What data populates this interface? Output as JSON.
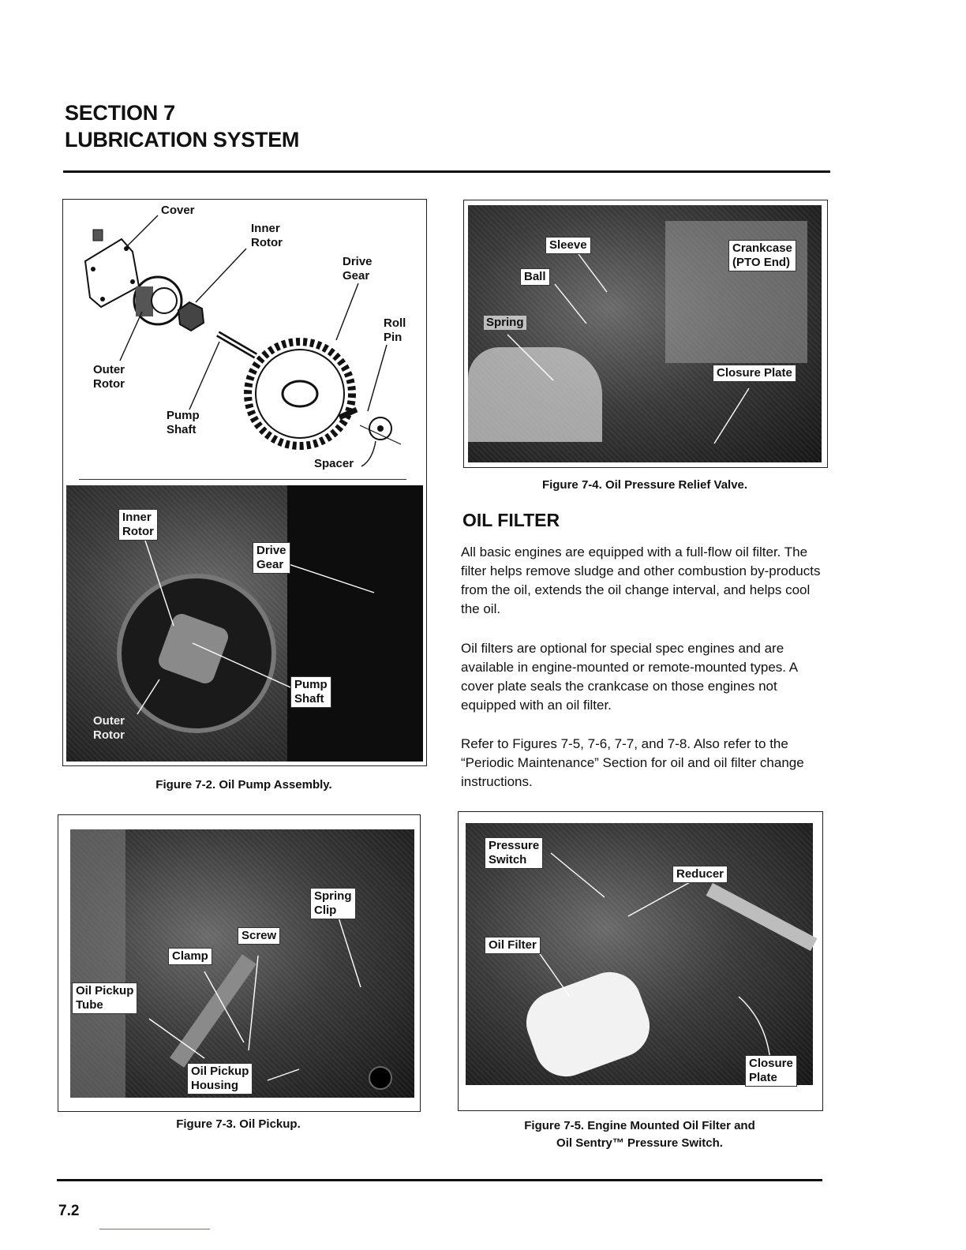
{
  "section": {
    "line1": "SECTION 7",
    "line2": "LUBRICATION SYSTEM"
  },
  "fig2": {
    "caption": "Figure 7-2. Oil Pump Assembly.",
    "diagram_labels": {
      "cover": "Cover",
      "inner_rotor": "Inner\nRotor",
      "drive_gear": "Drive\nGear",
      "roll_pin": "Roll\nPin",
      "outer_rotor": "Outer\nRotor",
      "pump_shaft": "Pump\nShaft",
      "spacer": "Spacer"
    },
    "photo_labels": {
      "inner_rotor": "Inner\nRotor",
      "drive_gear": "Drive\nGear",
      "pump_shaft": "Pump\nShaft",
      "outer_rotor": "Outer\nRotor"
    }
  },
  "fig3": {
    "caption": "Figure 7-3. Oil Pickup.",
    "labels": {
      "spring_clip": "Spring\nClip",
      "screw": "Screw",
      "clamp": "Clamp",
      "oil_pickup_tube": "Oil Pickup\nTube",
      "oil_pickup_housing": "Oil Pickup\nHousing"
    }
  },
  "fig4": {
    "caption": "Figure 7-4. Oil Pressure Relief Valve.",
    "labels": {
      "sleeve": "Sleeve",
      "ball": "Ball",
      "spring": "Spring",
      "crankcase": "Crankcase\n(PTO End)",
      "closure_plate": "Closure Plate"
    }
  },
  "oil_filter": {
    "heading": "OIL FILTER",
    "p1": "All basic engines are equipped with a full-flow oil filter. The filter helps remove sludge and other combustion by-products from the oil, extends the oil change interval, and helps cool the oil.",
    "p2": "Oil filters are optional for special spec engines and are available in engine-mounted or remote-mounted types. A cover plate seals the crankcase on those engines not equipped with an oil filter.",
    "p3": "Refer to Figures 7-5, 7-6, 7-7, and 7-8. Also refer to the “Periodic Maintenance” Section for oil and oil filter change instructions."
  },
  "fig5": {
    "caption_line1": "Figure 7-5. Engine Mounted Oil Filter and",
    "caption_line2": "Oil Sentry™ Pressure Switch.",
    "labels": {
      "pressure_switch": "Pressure\nSwitch",
      "reducer": "Reducer",
      "oil_filter": "Oil Filter",
      "closure_plate": "Closure\nPlate"
    }
  },
  "page_number": "7.2"
}
